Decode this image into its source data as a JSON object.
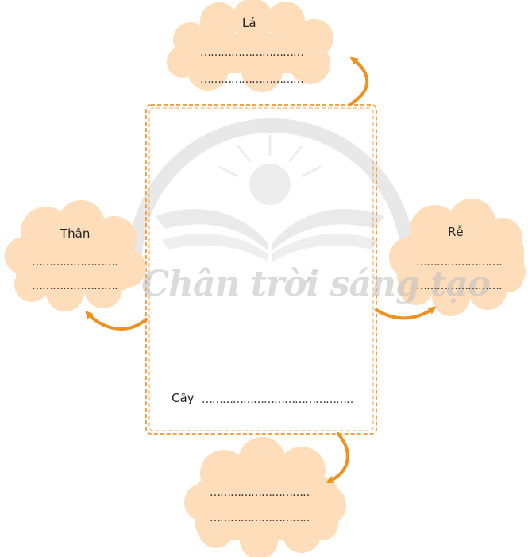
{
  "colors": {
    "cloud": "#FDDDBA",
    "arrow": "#F0901D",
    "frame": "#F4A14A",
    "watermark": "#cccccc"
  },
  "watermark": {
    "text": "Chân trời sáng tạo"
  },
  "clouds": {
    "top": {
      "title": "Lá",
      "line1": "……………………………",
      "line2": "……………………………"
    },
    "left": {
      "title": "Thân",
      "line1": "……………………………",
      "line2": "……………………………"
    },
    "right": {
      "title": "Rễ",
      "line1": "……………………………",
      "line2": "……………………………"
    },
    "bottom": {
      "line1": "……………………………",
      "line2": "……………………………"
    }
  },
  "center": {
    "label": "Cây",
    "dots": "…………………………………………"
  }
}
